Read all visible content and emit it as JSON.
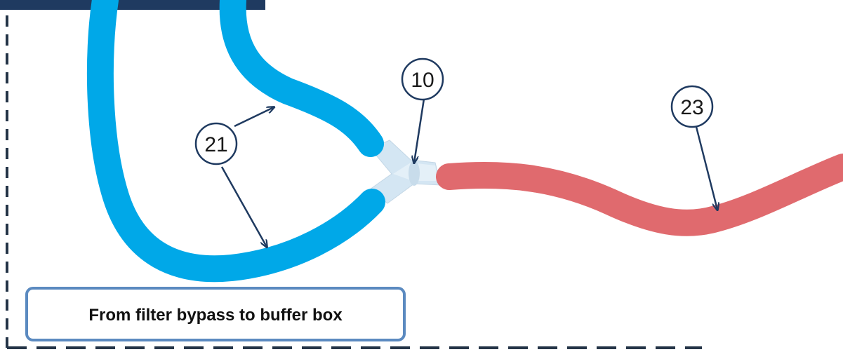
{
  "callouts": {
    "c10": "10",
    "c21": "21",
    "c23": "23"
  },
  "caption": "From filter bypass to buffer box",
  "colors": {
    "blue_tube": "#00A8E8",
    "red_tube": "#E06A6E",
    "connector": "#D4E6F3",
    "callout_stroke": "#1F3A60",
    "dashed_border": "#243447",
    "caption_border": "#5B8AC0",
    "top_box_fill": "#1F3A60"
  }
}
